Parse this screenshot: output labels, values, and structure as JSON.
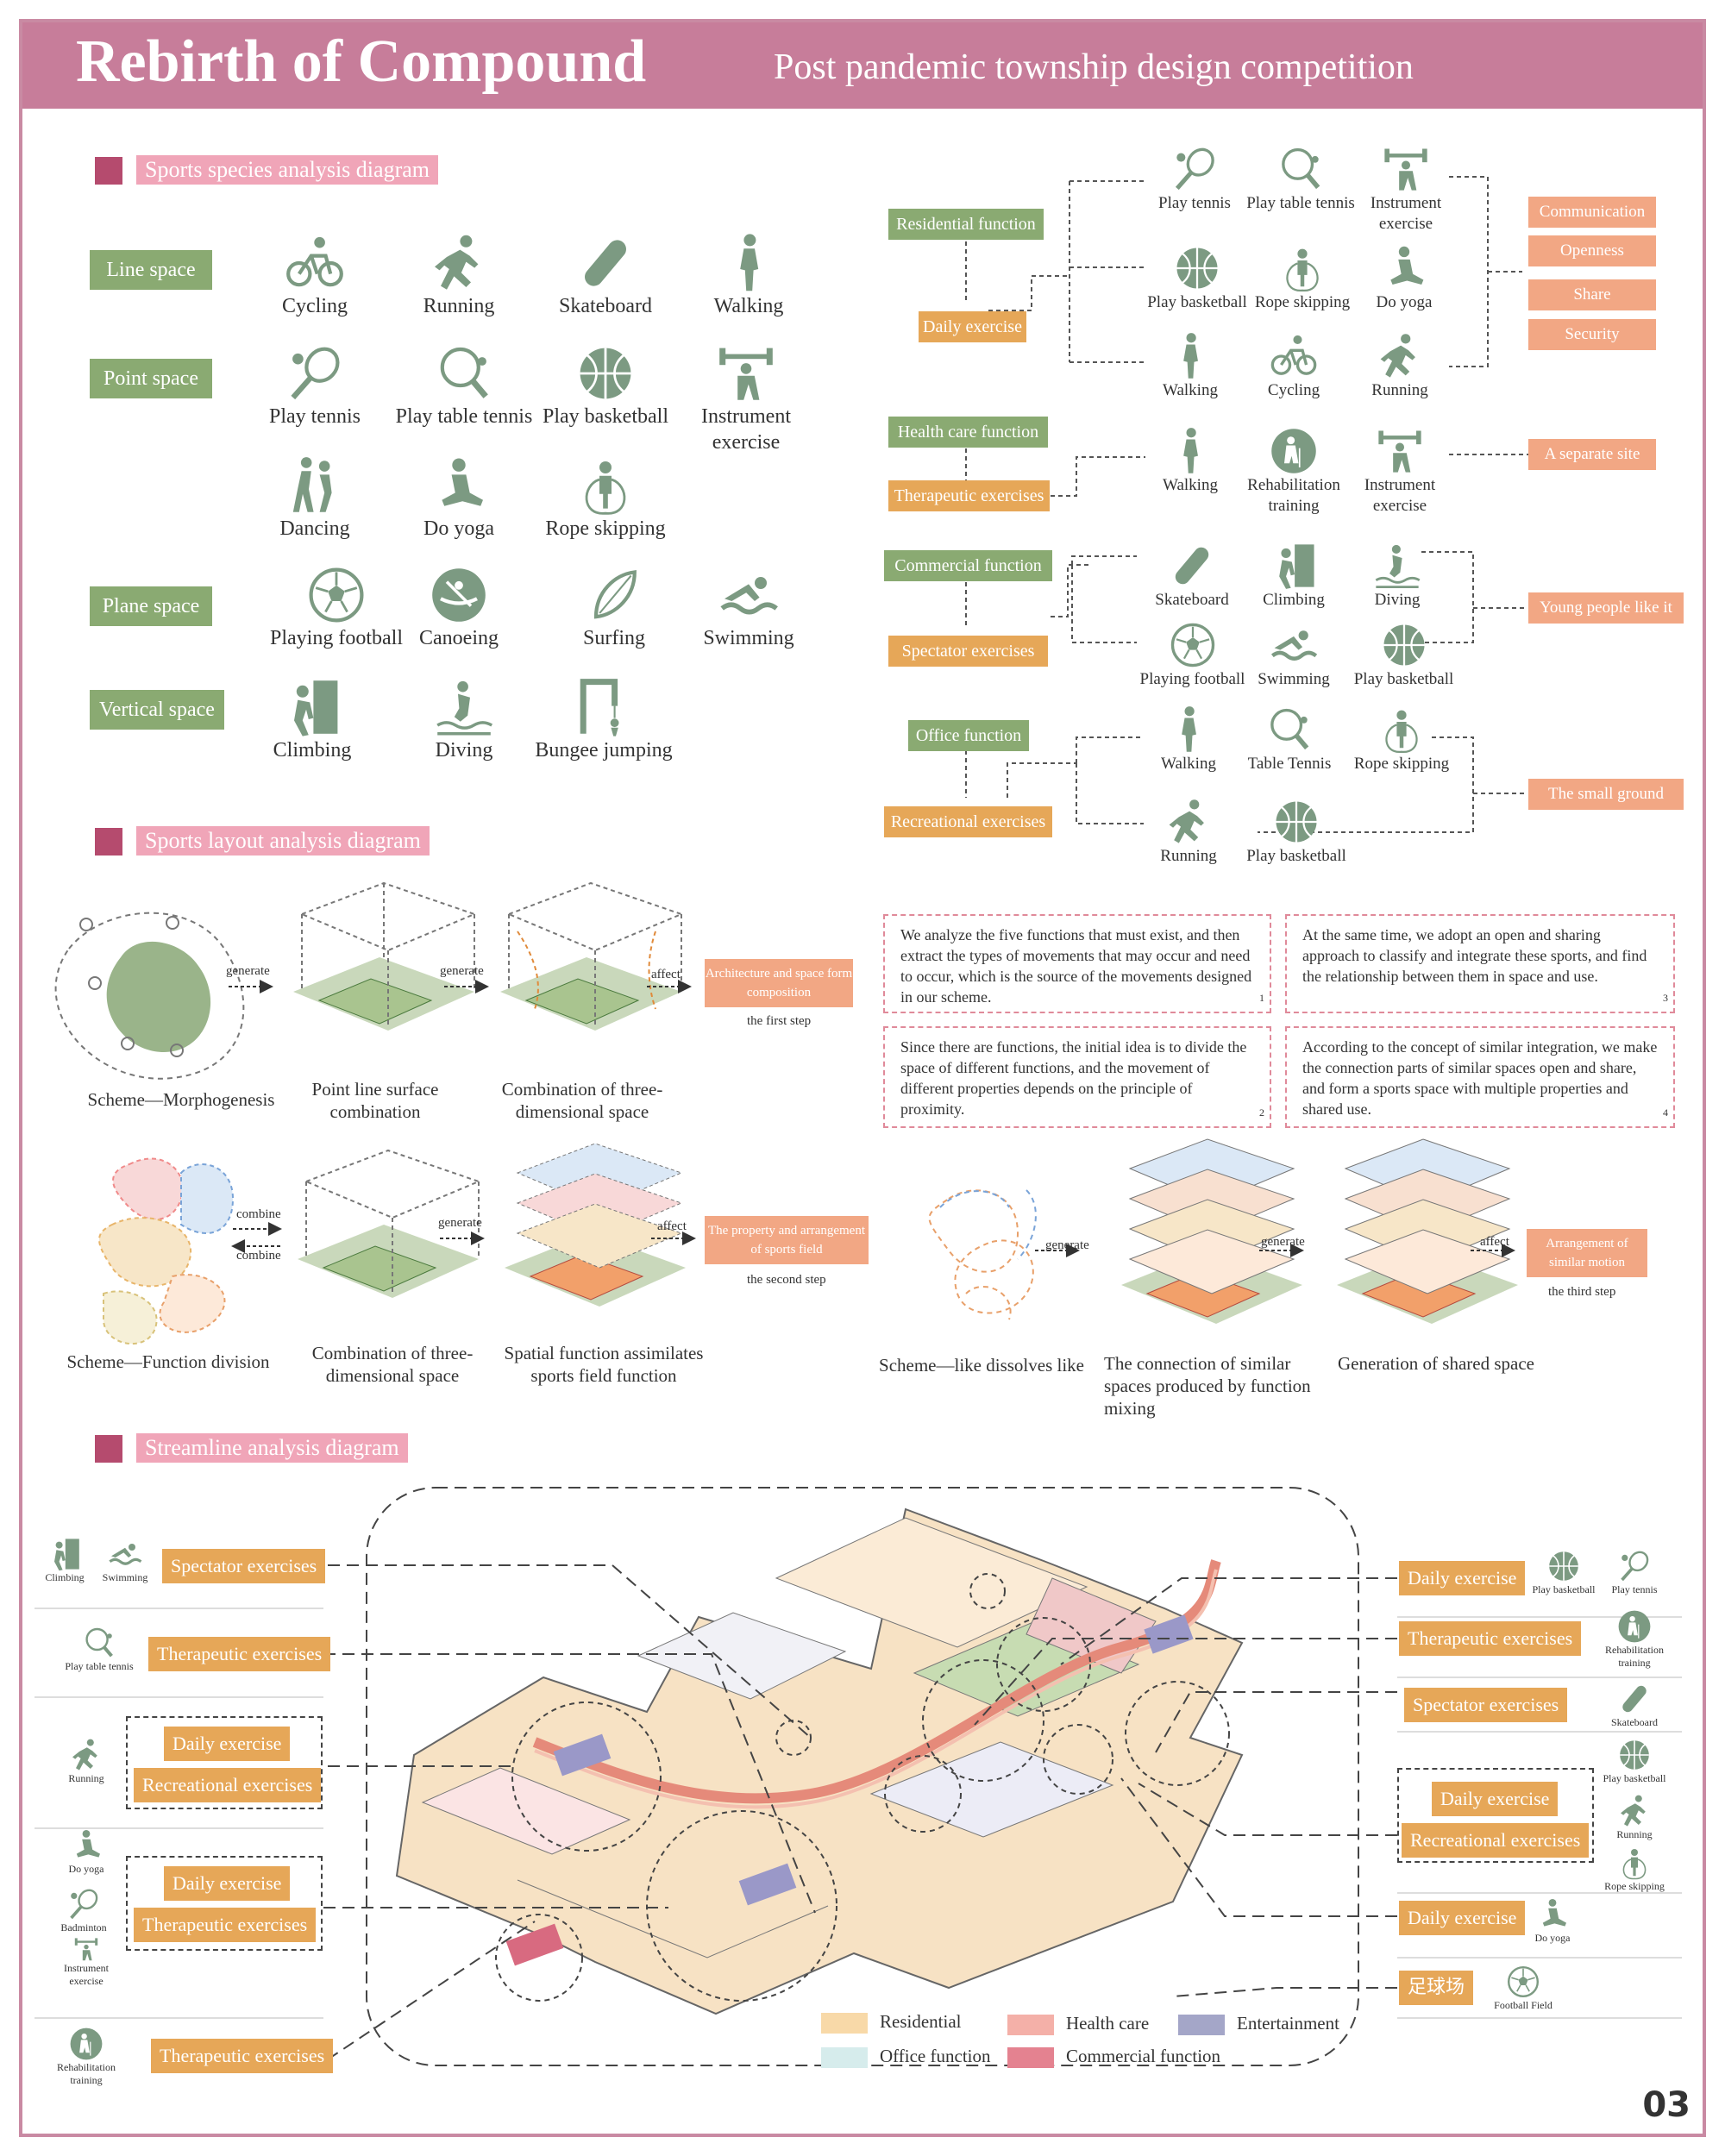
{
  "header": {
    "title": "Rebirth of Compound",
    "subtitle": "Post pandemic township design competition"
  },
  "sections": {
    "species": "Sports species analysis diagram",
    "layout": "Sports layout analysis diagram",
    "streamline": "Streamline analysis diagram"
  },
  "species": {
    "line_space": "Line space",
    "point_space": "Point space",
    "plane_space": "Plane space",
    "vertical_space": "Vertical space",
    "cycling": "Cycling",
    "running": "Running",
    "skateboard": "Skateboard",
    "walking": "Walking",
    "tennis": "Play tennis",
    "table_tennis": "Play table tennis",
    "basketball": "Play basketball",
    "instrument": "Instrument exercise",
    "dancing": "Dancing",
    "yoga": "Do yoga",
    "rope": "Rope skipping",
    "football": "Playing football",
    "canoeing": "Canoeing",
    "surfing": "Surfing",
    "swimming": "Swimming",
    "climbing": "Climbing",
    "diving": "Diving",
    "bungee": "Bungee jumping"
  },
  "function_map": {
    "residential": "Residential function",
    "daily": "Daily exercise",
    "health": "Health care function",
    "therapeutic": "Therapeutic exercises",
    "commercial": "Commercial function",
    "spectator": "Spectator exercises",
    "office": "Office function",
    "recreational": "Recreational exercises",
    "r_tennis": "Play tennis",
    "r_tt": "Play table tennis",
    "r_instr": "Instrument exercise",
    "r_bb": "Play basketball",
    "r_rope": "Rope skipping",
    "r_yoga": "Do yoga",
    "r_walk": "Walking",
    "r_cyc": "Cycling",
    "r_run": "Running",
    "h_walk": "Walking",
    "h_rehab": "Rehabilitation training",
    "h_instr": "Instrument exercise",
    "c_skate": "Skateboard",
    "c_climb": "Climbing",
    "c_dive": "Diving",
    "c_foot": "Playing football",
    "c_swim": "Swimming",
    "c_bb": "Play basketball",
    "o_walk": "Walking",
    "o_tt": "Table Tennis",
    "o_rope": "Rope skipping",
    "o_run": "Running",
    "o_bb": "Play basketball",
    "communication": "Communication",
    "openness": "Openness",
    "share": "Share",
    "security": "Security",
    "separate": "A separate site",
    "young": "Young people like it",
    "small": "The small ground"
  },
  "layout": {
    "generate": "generate",
    "affect": "affect",
    "combine": "combine",
    "s1a": "Scheme—Morphogenesis",
    "s1b": "Point line surface combination",
    "s1c": "Combination of three-dimensional space",
    "s1tag": "Architecture and space form composition",
    "s1step": "the first step",
    "s2a": "Scheme—Function division",
    "s2b": "Combination of three-dimensional space",
    "s2c": "Spatial function assimilates sports field function",
    "s2tag": "The property and arrangement of sports field",
    "s2step": "the second step",
    "s3a": "Scheme—like dissolves like",
    "s3b": "The connection of similar spaces produced by function mixing",
    "s3c": "Generation of shared space",
    "s3tag": "Arrangement of similar motion",
    "s3step": "the third step",
    "t1": "We analyze the five functions that must exist, and then extract the types of movements that may occur and need to occur, which is the source of the movements designed in our scheme.",
    "t2": "Since there are functions, the initial idea is to divide the space of different functions, and the movement of different properties depends on the principle of proximity.",
    "t3": "At the same time, we adopt an open and sharing approach to classify and integrate these sports, and find the relationship between them in space and use.",
    "t4": "According to the concept of similar integration, we make the connection parts of similar spaces open and share, and form a sports space with multiple properties and shared use.",
    "n1": "1",
    "n2": "2",
    "n3": "3",
    "n4": "4"
  },
  "streamline": {
    "l1": "Spectator exercises",
    "l1a": "Climbing",
    "l1b": "Swimming",
    "l2": "Therapeutic exercises",
    "l2a": "Play table tennis",
    "l3a": "Daily exercise",
    "l3b": "Recreational exercises",
    "l3i": "Running",
    "l4a": "Daily exercise",
    "l4b": "Therapeutic exercises",
    "l4i1": "Do yoga",
    "l4i2": "Badminton",
    "l4i3": "Instrument exercise",
    "l5": "Therapeutic exercises",
    "l5i": "Rehabilitation training",
    "r1": "Daily exercise",
    "r1a": "Play basketball",
    "r1b": "Play tennis",
    "r2": "Therapeutic exercises",
    "r2a": "Rehabilitation training",
    "r3": "Spectator exercises",
    "r3a": "Skateboard",
    "r4a": "Daily exercise",
    "r4b": "Recreational exercises",
    "r4i1": "Play basketball",
    "r4i2": "Running",
    "r4i3": "Rope skipping",
    "r5": "Daily exercise",
    "r5a": "Do yoga",
    "r6": "足球场",
    "r6a": "Football Field",
    "lg1": "Residential",
    "lg2": "Health care",
    "lg3": "Entertainment",
    "lg4": "Office function",
    "lg5": "Commercial function"
  },
  "colors": {
    "green": "#8aaa72",
    "orange": "#e6a758",
    "peach": "#f2a784",
    "pink": "#f0a5b8",
    "brand": "#c77d9a",
    "icon": "#7c9a82"
  },
  "page_number": "03"
}
